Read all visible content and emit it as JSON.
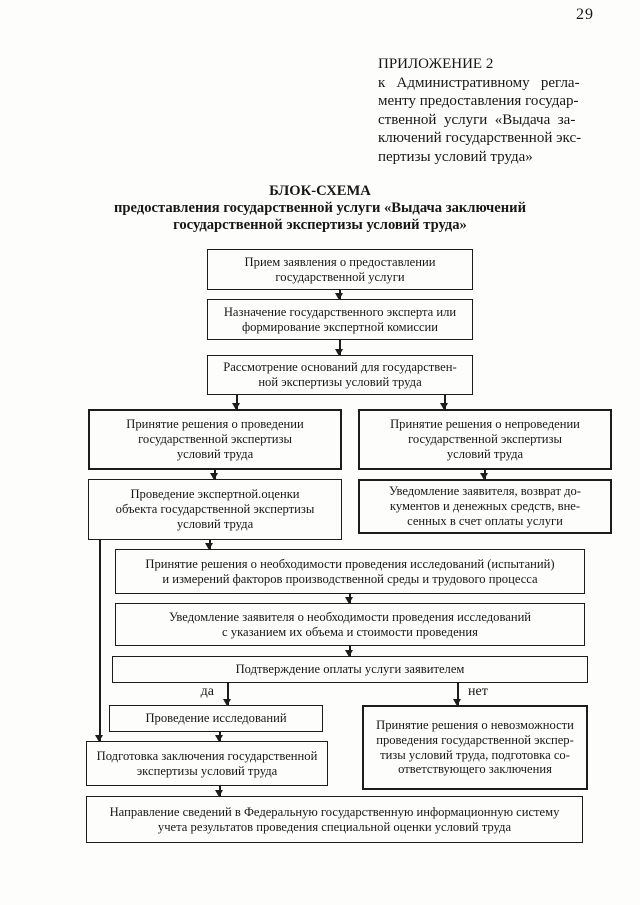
{
  "page": {
    "number": "29"
  },
  "appendix_header": {
    "text": "ПРИЛОЖЕНИЕ 2\nк   Административному   регла-\nменту предоставления государ-\nственной  услуги  «Выдача  за-\nключений государственной экс-\nпертизы условий труда»"
  },
  "title": {
    "text": "БЛОК-СХЕМА\nпредоставления государственной услуги «Выдача заключений\nгосударственной экспертизы условий труда»"
  },
  "flowchart": {
    "boxes": {
      "receive_application": "Прием заявления о предоставлении\nгосударственной услуги",
      "assign_expert": "Назначение государственного эксперта или\nформирование экспертной комиссии",
      "consider_grounds": "Рассмотрение оснований для государствен-\nной экспертизы условий труда",
      "decision_conduct": "Принятие решения о проведении\nгосударственной экспертизы\nусловий труда",
      "decision_not_conduct": "Принятие решения о непроведении\nгосударственной экспертизы\nусловий труда",
      "expert_evaluation": "Проведение экспертной.оценки\nобъекта государственной экспертизы\nусловий труда",
      "notify_refund": "Уведомление заявителя, возврат до-\nкументов и денежных средств, вне-\nсенных в счет оплаты услуги",
      "decision_research": "Принятие решения о необходимости проведения исследований (испытаний)\nи измерений факторов производственной среды и трудового процесса",
      "notify_research_cost": "Уведомление заявителя о необходимости проведения исследований\nс указанием их объема и стоимости проведения",
      "payment_confirmation": "Подтверждение оплаты услуги заявителем",
      "conduct_research": "Проведение исследований",
      "decision_impossible": "Принятие решения о невозможности\nпроведения государственной экспер-\nтизы условий труда, подготовка со-\nответствующего заключения",
      "prepare_conclusion": "Подготовка заключения государственной\nэкспертизы условий труда",
      "send_to_fgis": "Направление сведений в Федеральную государственную информационную систему\nучета результатов проведения специальной оценки условий труда"
    },
    "branch_labels": {
      "yes": "да",
      "no": "нет"
    }
  }
}
